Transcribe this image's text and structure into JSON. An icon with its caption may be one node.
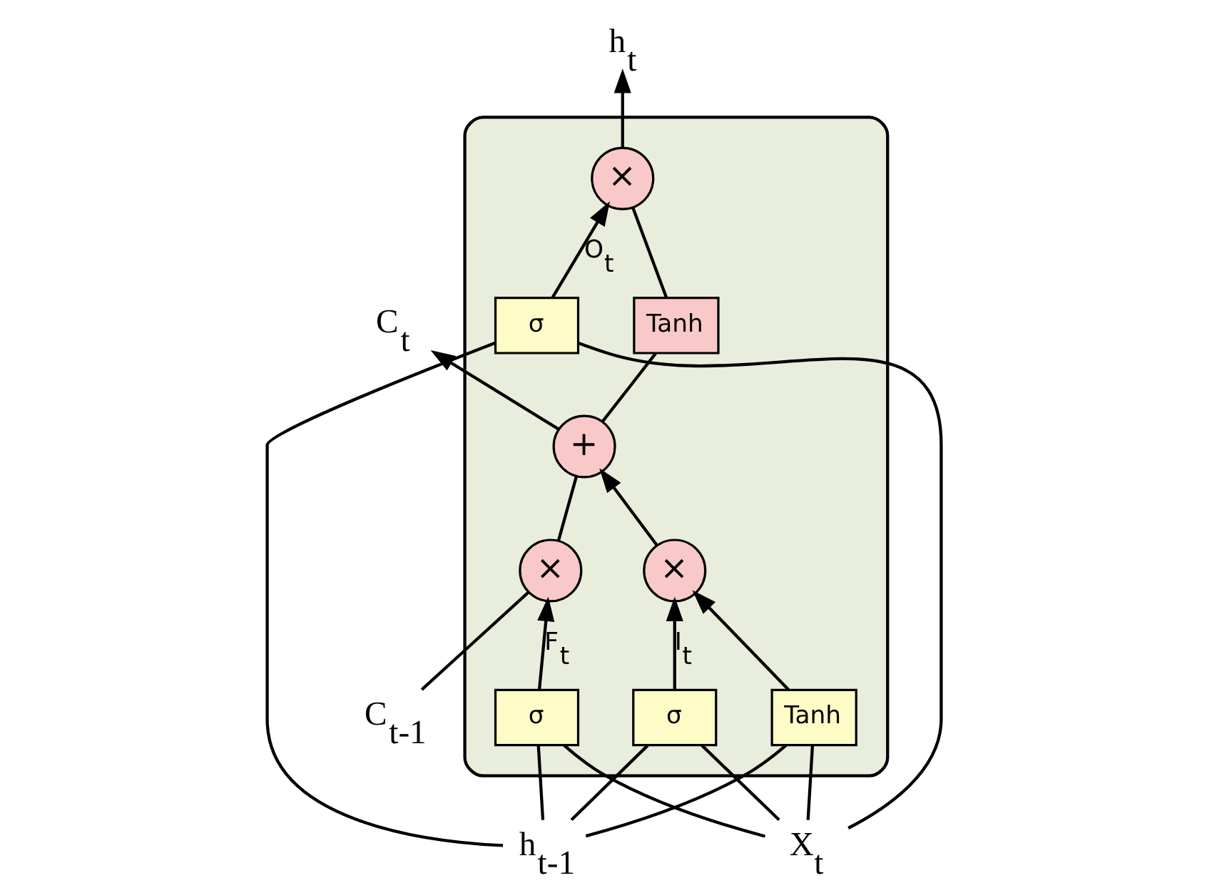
{
  "diagram": {
    "nodes": [
      {
        "text": [],
        "shape": "box"
      },
      {
        "text": [
          "C$_{t-1}$"
        ]
      },
      {
        "text": [
          "×"
        ],
        "in": 0
      },
      {
        "text": [
          "+"
        ],
        "in": 0
      },
      {
        "text": [
          "C$_{t}$"
        ]
      },
      {
        "text": [
          "Tanh"
        ],
        "in": 0
      },
      {
        "text": [
          "×"
        ],
        "in": 0
      },
      {
        "text": [
          "×"
        ],
        "in": 0
      },
      {
        "text": [
          "σ"
        ],
        "in": 0
      },
      {
        "text": [
          "σ"
        ],
        "in": 0
      },
      {
        "text": [
          "Tanh"
        ],
        "in": 0
      },
      {
        "text": [
          "σ"
        ],
        "in": 0
      },
      {
        "text": [
          "h$_{t-1}$"
        ]
      },
      {
        "text": [
          "X$_{t}$"
        ]
      },
      {
        "text": [
          "h$_{t}$"
        ]
      }
    ],
    "edges": [
      {
        "from": 1,
        "to": 2,
        "arrow": "none"
      },
      {
        "from": 2,
        "to": 3,
        "arrow": "none"
      },
      {
        "from": 3,
        "to": 4,
        "arrow": "to"
      },
      {
        "from": 8,
        "to": 2,
        "arrow": "to",
        "label": "F$_{t}$"
      },
      {
        "from": 9,
        "to": 6,
        "arrow": "to",
        "label": "I$_{t}$"
      },
      {
        "from": 10,
        "to": 6,
        "arrow": "to"
      },
      {
        "from": 6,
        "to": 3,
        "arrow": "to"
      },
      {
        "from": 3,
        "to": 5,
        "arrow": "none"
      },
      {
        "from": 5,
        "to": 7,
        "arrow": "none"
      },
      {
        "from": 11,
        "to": 7,
        "arrow": "to",
        "label": "O$_{t}$"
      },
      {
        "from": 7,
        "to": 14,
        "arrow": "to"
      },
      {
        "from": 12,
        "to": 8,
        "arrow": "none"
      },
      {
        "from": 12,
        "to": 9,
        "arrow": "none"
      },
      {
        "from": 12,
        "to": 10,
        "arrow": "none"
      },
      {
        "from": 12,
        "to": 11,
        "arrow": "none"
      },
      {
        "from": 13,
        "to": 8,
        "arrow": "none"
      },
      {
        "from": 13,
        "to": 9,
        "arrow": "none"
      },
      {
        "from": 13,
        "to": 10,
        "arrow": "none"
      },
      {
        "from": 13,
        "to": 11,
        "arrow": "none"
      }
    ]
  }
}
